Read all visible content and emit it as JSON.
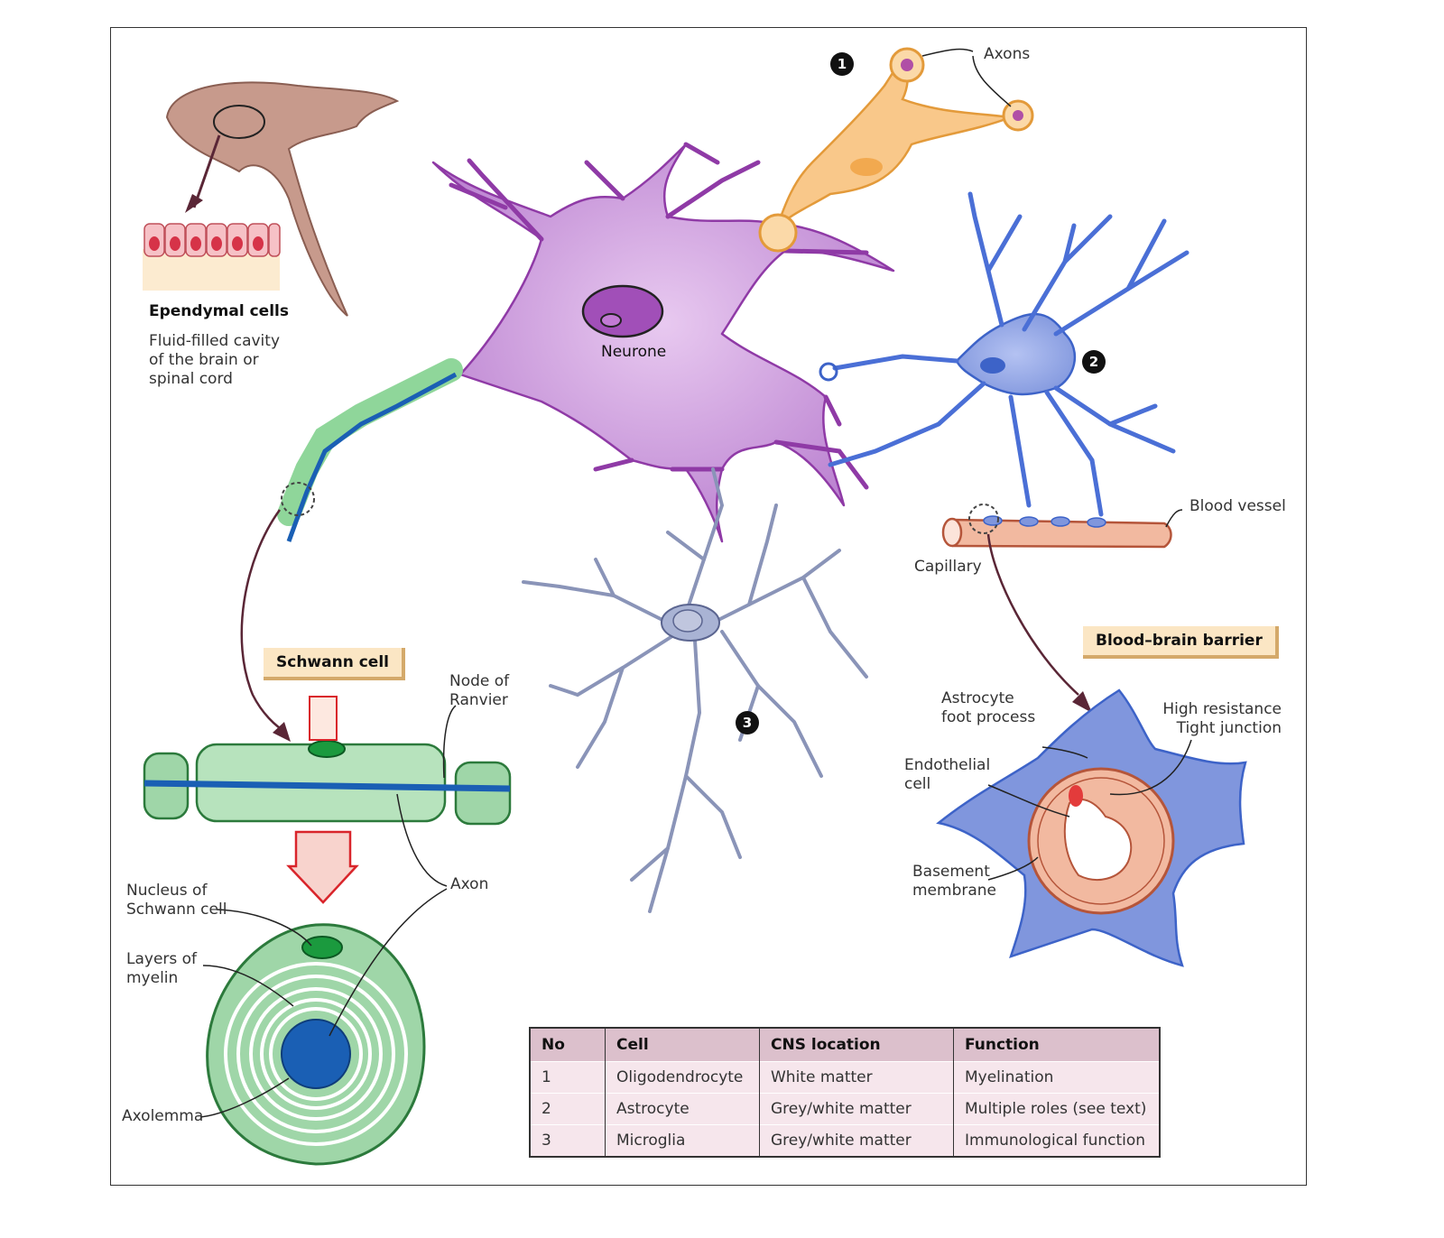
{
  "labels": {
    "axons": "Axons",
    "ependymal_title": "Ependymal cells",
    "ependymal_desc": "Fluid-filled cavity\nof the brain or\nspinal cord",
    "neurone": "Neurone",
    "blood_vessel": "Blood vessel",
    "capillary": "Capillary",
    "node_of_ranvier": "Node of\nRanvier",
    "axon": "Axon",
    "nucleus_schwann": "Nucleus of\nSchwann cell",
    "layers_myelin": "Layers of\nmyelin",
    "axolemma": "Axolemma",
    "astrocyte_foot": "Astrocyte\nfoot process",
    "high_resistance": "High resistance\nTight junction",
    "endothelial": "Endothelial\ncell",
    "basement": "Basement\nmembrane"
  },
  "tags": {
    "schwann": "Schwann cell",
    "bbb": "Blood–brain barrier"
  },
  "badges": {
    "one": "1",
    "two": "2",
    "three": "3"
  },
  "table": {
    "headers": [
      "No",
      "Cell",
      "CNS location",
      "Function"
    ],
    "rows": [
      [
        "1",
        "Oligodendrocyte",
        "White matter",
        "Myelination"
      ],
      [
        "2",
        "Astrocyte",
        "Grey/white matter",
        "Multiple roles (see text)"
      ],
      [
        "3",
        "Microglia",
        "Grey/white matter",
        "Immunological function"
      ]
    ]
  },
  "colors": {
    "neurone": "#c48ed6",
    "astrocyte": "#8a9ee0",
    "oligodendrocyte": "#f9c88a",
    "microglia": "#a9b3d4",
    "schwann": "#9fd6a8",
    "axon_core": "#1a5fb4",
    "vessel": "#f2b9a0"
  }
}
